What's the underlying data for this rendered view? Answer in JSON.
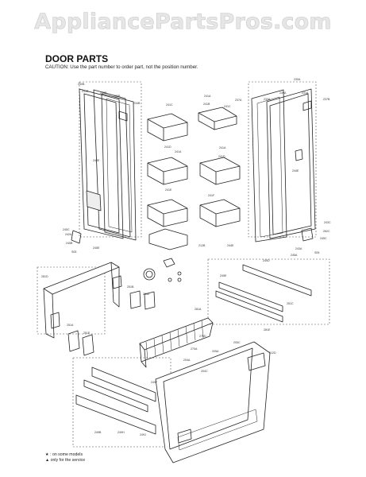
{
  "watermark": "AppliancePartsPros.com",
  "title": "DOOR PARTS",
  "caution": "CAUTION: Use the part number to order part, not the position number.",
  "legend": {
    "line1": "★ : on some models",
    "line2": "▲ only for the service"
  },
  "callouts": [
    "230B",
    "231B",
    "239B",
    "233B",
    "234B",
    "241C",
    "241A",
    "241B",
    "237A",
    "241C",
    "230A",
    "239A",
    "231A",
    "233A",
    "237B",
    "244E",
    "241D",
    "241A",
    "241D",
    "241A",
    "244E",
    "241E",
    "241F",
    "212B",
    "245C",
    "245B",
    "S05",
    "245E",
    "242A",
    "262C",
    "244E",
    "243C",
    "245C",
    "243A",
    "S05",
    "245A",
    "249D",
    "249E",
    "251C",
    "281D",
    "251B",
    "281E",
    "251A",
    "251E",
    "281E",
    "281A",
    "270D",
    "270A",
    "204A",
    "205A",
    "205C",
    "204C",
    "212D",
    "249F",
    "249B",
    "249H",
    "249J"
  ]
}
